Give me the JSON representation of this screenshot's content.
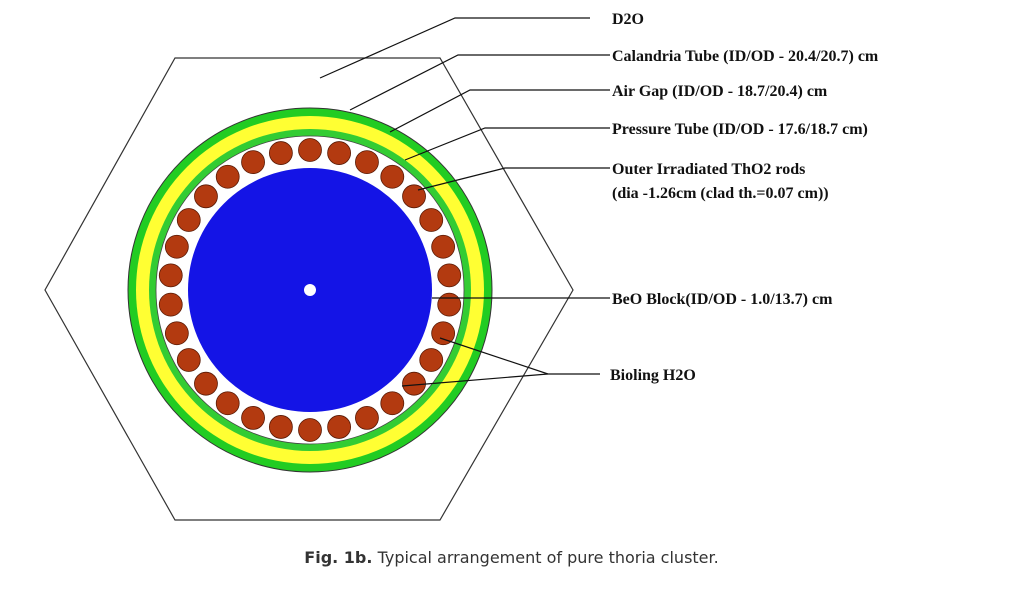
{
  "labels": {
    "d2o": "D2O",
    "calandria": "Calandria Tube (ID/OD - 20.4/20.7) cm",
    "air_gap": "Air Gap (ID/OD - 18.7/20.4) cm",
    "pressure": "Pressure Tube (ID/OD - 17.6/18.7 cm)",
    "rods_line1": "Outer Irradiated ThO2 rods",
    "rods_line2": "(dia -1.26cm (clad th.=0.07 cm))",
    "beo": "BeO Block(ID/OD - 1.0/13.7) cm",
    "boiling": "Bioling H2O"
  },
  "caption": {
    "prefix": "Fig. 1b.",
    "text": "Typical arrangement of pure thoria cluster."
  },
  "colors": {
    "outline": "#333333",
    "calandria": "#22cc22",
    "air_gap": "#ffff33",
    "pressure": "#33cc33",
    "coolant": "#ffffff",
    "rod": "#b33a10",
    "beo": "#1414e6",
    "hole": "#ffffff"
  },
  "rods": {
    "count": 30
  }
}
